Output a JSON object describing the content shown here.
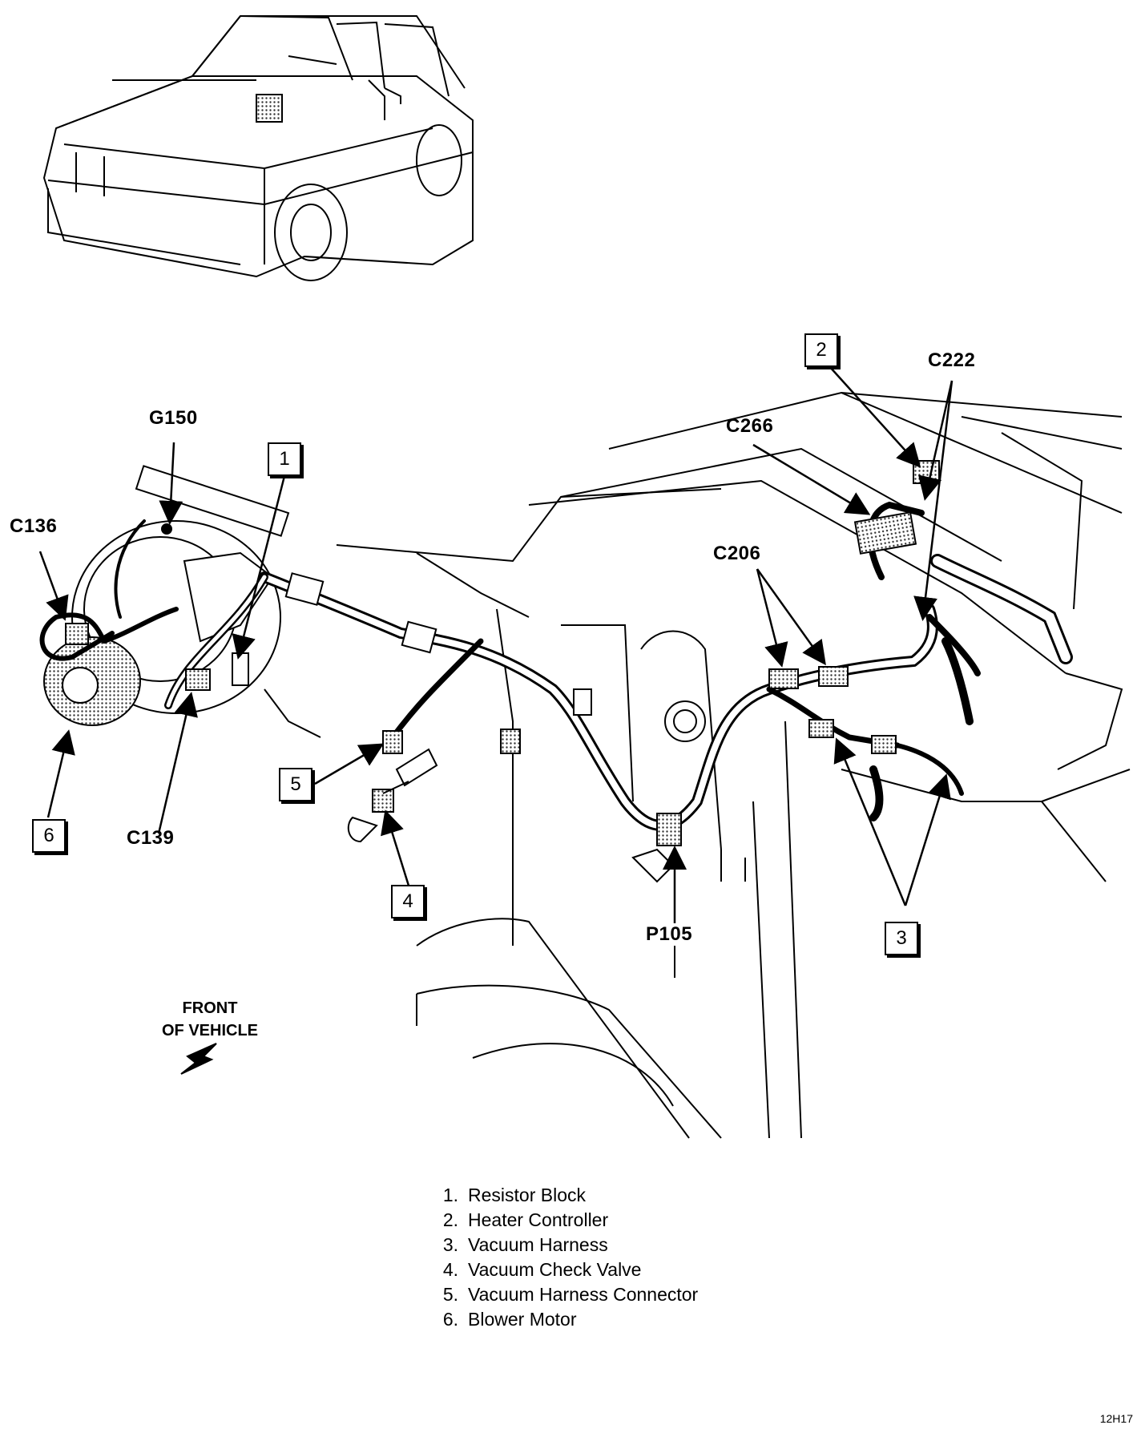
{
  "connectors": {
    "g150": "G150",
    "c136": "C136",
    "c139": "C139",
    "c206": "C206",
    "c222": "C222",
    "c266": "C266",
    "p105": "P105"
  },
  "callouts": {
    "n1": "1",
    "n2": "2",
    "n3": "3",
    "n4": "4",
    "n5": "5",
    "n6": "6"
  },
  "orientation": {
    "line1": "FRONT",
    "line2": "OF VEHICLE"
  },
  "legend": [
    {
      "num": "1.",
      "text": "Resistor Block"
    },
    {
      "num": "2.",
      "text": "Heater Controller"
    },
    {
      "num": "3.",
      "text": "Vacuum Harness"
    },
    {
      "num": "4.",
      "text": "Vacuum Check Valve"
    },
    {
      "num": "5.",
      "text": "Vacuum Harness Connector"
    },
    {
      "num": "6.",
      "text": "Blower Motor"
    }
  ],
  "figure_code": "12H17"
}
